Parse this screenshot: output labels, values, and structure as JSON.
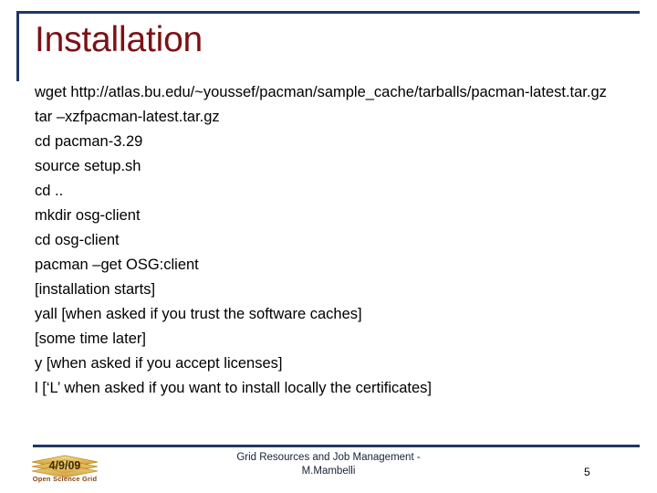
{
  "slide": {
    "title": "Installation",
    "page_number": "5",
    "accent_border_color": "#1f3864",
    "title_color": "#7c1115",
    "body_color": "#000000",
    "background_color": "#ffffff",
    "body_lines": [
      "wget http://atlas.bu.edu/~youssef/pacman/sample_cache/tarballs/pacman-latest.tar.gz",
      "tar –xzfpacman-latest.tar.gz",
      "cd pacman-3.29",
      "source setup.sh",
      "cd ..",
      "mkdir osg-client",
      "cd osg-client",
      "pacman –get OSG:client",
      "[installation starts]",
      "yall [when asked if you trust the software caches]",
      "[some time later]",
      "y [when asked if you accept licenses]",
      "l [‘L’ when asked if you want to install locally the certificates]"
    ]
  },
  "footer": {
    "logo_date": "4/9/09",
    "logo_caption": "Open Science Grid",
    "logo_color": "#d9a441",
    "logo_caption_color": "#8a4416",
    "center_text": "Grid Resources and Job Management -\nM.Mambelli",
    "page_number": "5"
  }
}
